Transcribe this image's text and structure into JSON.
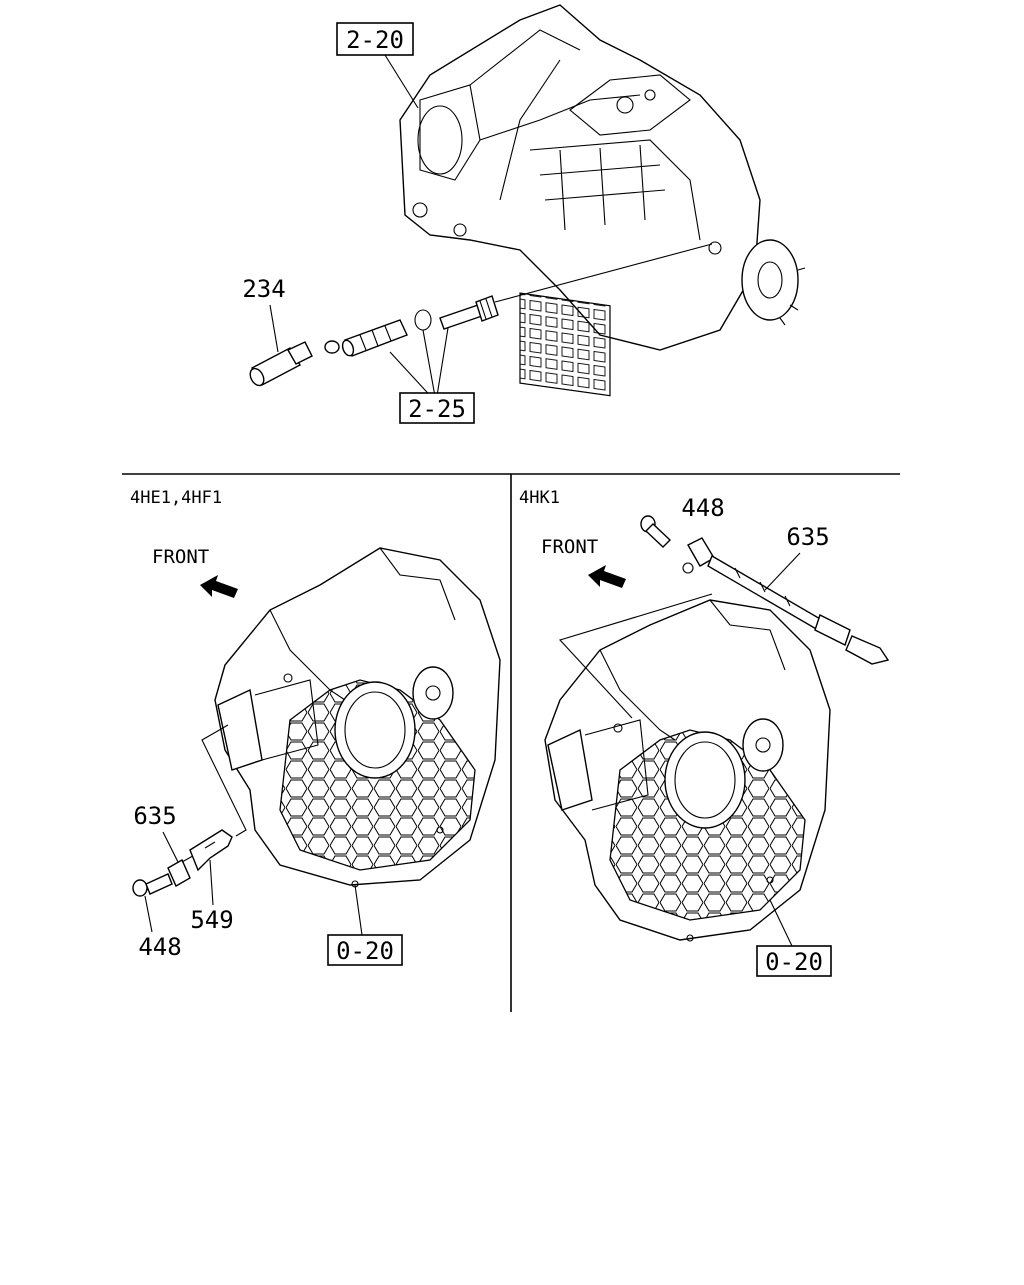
{
  "callouts": {
    "ref_2_20": "2-20",
    "ref_2_25": "2-25",
    "part_234": "234",
    "left_635": "635",
    "left_448": "448",
    "left_549": "549",
    "left_0_20": "0-20",
    "right_448": "448",
    "right_635": "635",
    "right_0_20": "0-20"
  },
  "sections": {
    "left_title": "4HE1,4HF1",
    "right_title": "4HK1"
  },
  "direction": {
    "left_front": "FRONT",
    "right_front": "FRONT"
  },
  "icons": [
    "front-arrow-icon"
  ]
}
